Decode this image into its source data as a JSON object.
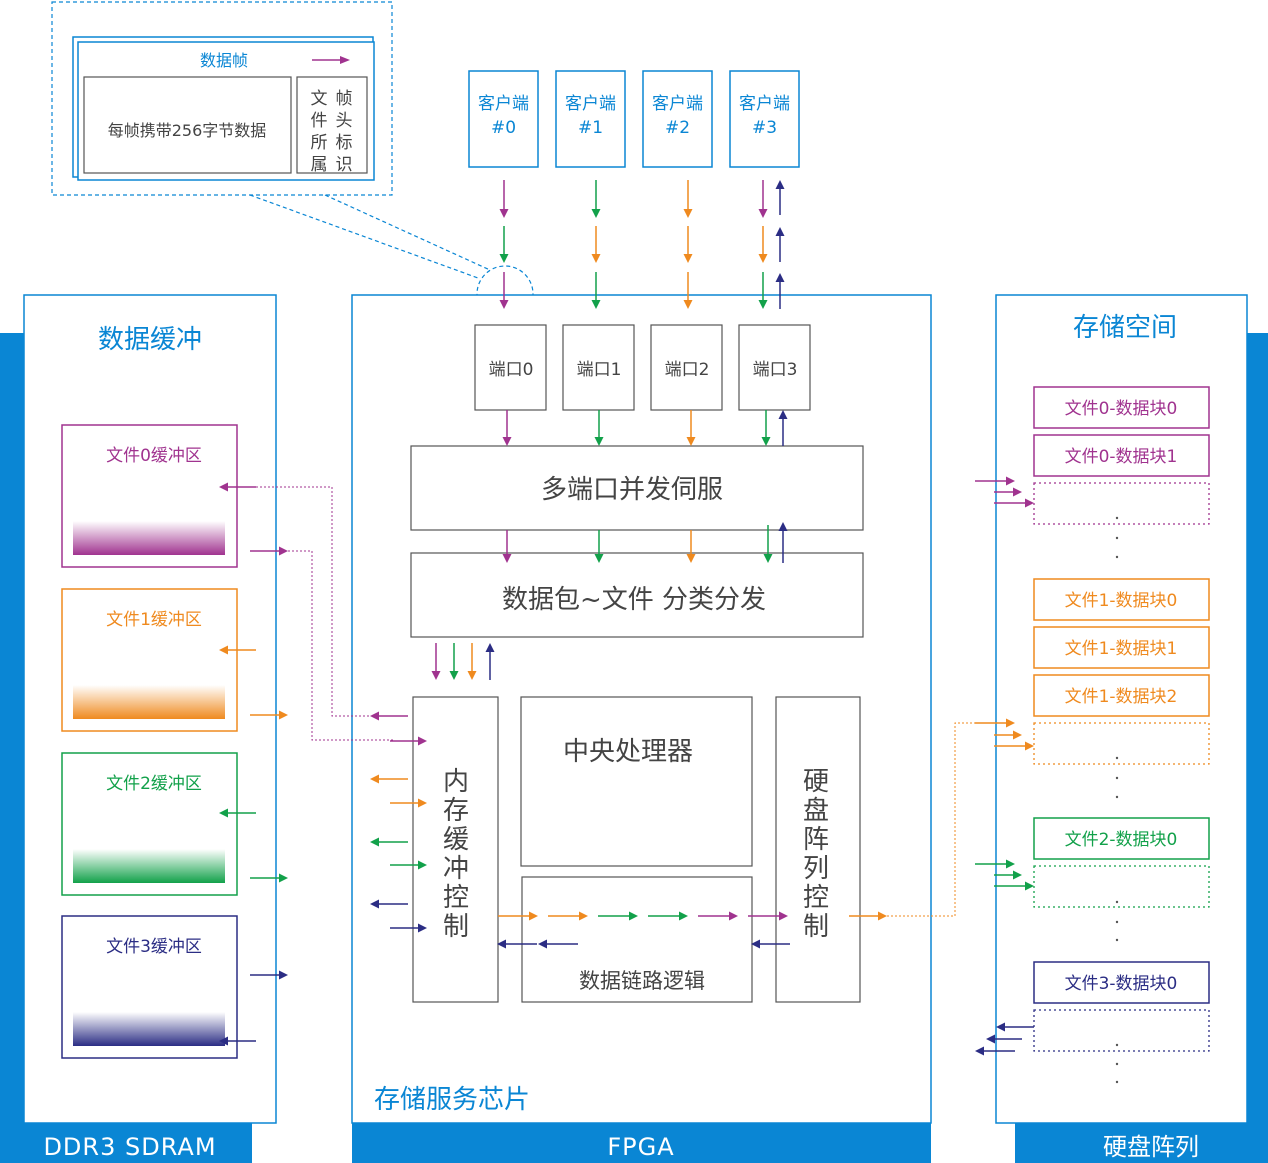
{
  "colors": {
    "blue": "#0a86d4",
    "purple": "#a0338f",
    "orange": "#ef8a1f",
    "green": "#12a14a",
    "navy": "#2b2d84",
    "gray": "#555555",
    "text": "#444444"
  },
  "callout": {
    "frame_label": "数据帧",
    "data_text": "每帧携带256字节数据",
    "col_file": [
      "文",
      "件",
      "所",
      "属"
    ],
    "col_frame": [
      "帧",
      "头",
      "标",
      "识"
    ]
  },
  "clients": [
    {
      "line1": "客户端",
      "line2": "#0"
    },
    {
      "line1": "客户端",
      "line2": "#1"
    },
    {
      "line1": "客户端",
      "line2": "#2"
    },
    {
      "line1": "客户端",
      "line2": "#3"
    }
  ],
  "left_panel": {
    "title": "数据缓冲",
    "footer": "DDR3 SDRAM",
    "buffers": [
      "文件0缓冲区",
      "文件1缓冲区",
      "文件2缓冲区",
      "文件3缓冲区"
    ]
  },
  "center_panel": {
    "chip_label": "存储服务芯片",
    "footer": "FPGA",
    "ports": [
      "端口0",
      "端口1",
      "端口2",
      "端口3"
    ],
    "mux_label": "多端口并发伺服",
    "dispatch_label": "数据包~文件 分类分发",
    "cpu_label": "中央处理器",
    "mem_ctrl_chars": [
      "内",
      "存",
      "缓",
      "冲",
      "控",
      "制"
    ],
    "disk_ctrl_chars": [
      "硬",
      "盘",
      "阵",
      "列",
      "控",
      "制"
    ],
    "link_label": "数据链路逻辑"
  },
  "right_panel": {
    "title": "存储空间",
    "footer": "硬盘阵列",
    "blocks": [
      {
        "label": "文件0-数据块0",
        "file": 0
      },
      {
        "label": "文件0-数据块1",
        "file": 0
      },
      {
        "label": "",
        "file": 0,
        "dotted": true
      },
      {
        "label": "文件1-数据块0",
        "file": 1
      },
      {
        "label": "文件1-数据块1",
        "file": 1
      },
      {
        "label": "文件1-数据块2",
        "file": 1
      },
      {
        "label": "",
        "file": 1,
        "dotted": true
      },
      {
        "label": "文件2-数据块0",
        "file": 2
      },
      {
        "label": "",
        "file": 2,
        "dotted": true
      },
      {
        "label": "文件3-数据块0",
        "file": 3
      },
      {
        "label": "",
        "file": 3,
        "dotted": true
      }
    ]
  }
}
